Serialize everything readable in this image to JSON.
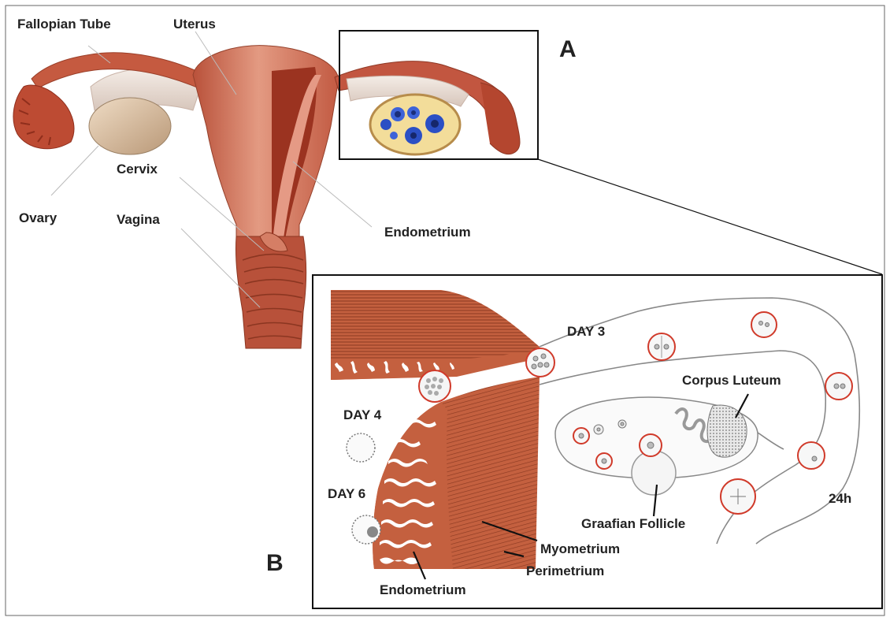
{
  "figure": {
    "panel_a": {
      "letter": "A",
      "labels": {
        "fallopian_tube": "Fallopian Tube",
        "uterus": "Uterus",
        "cervix": "Cervix",
        "ovary": "Ovary",
        "vagina": "Vagina",
        "endometrium": "Endometrium"
      }
    },
    "panel_b": {
      "letter": "B",
      "labels": {
        "day3": "DAY 3",
        "day4": "DAY 4",
        "day6": "DAY 6",
        "corpus_luteum": "Corpus Luteum",
        "graafian_follicle": "Graafian Follicle",
        "myometrium": "Myometrium",
        "perimetrium": "Perimetrium",
        "endometrium": "Endometrium",
        "h24": "24h"
      }
    }
  },
  "colors": {
    "tissue": "#c8644a",
    "tissue_dark": "#a8452e",
    "tissue_light": "#e0907a",
    "ovary": "#d9b89a",
    "follicle_blue": "#2b4fc4",
    "ring_red": "#d03a2a",
    "outline": "#555555"
  }
}
